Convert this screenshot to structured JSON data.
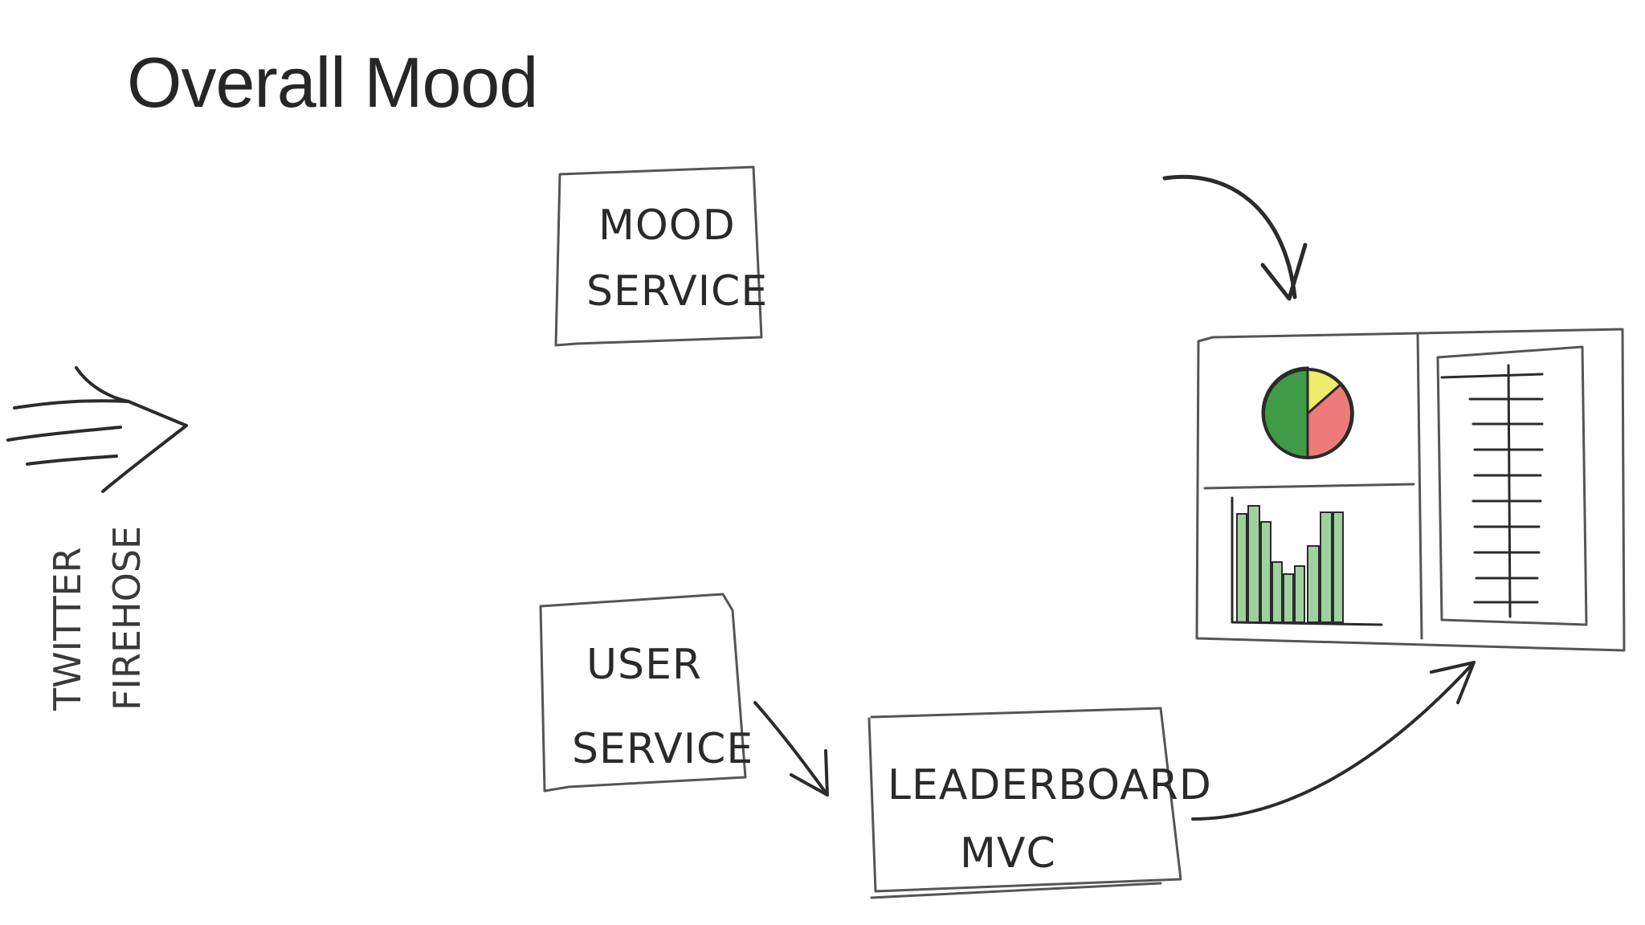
{
  "title": "Overall Mood",
  "nodes": {
    "twitter_firehose": {
      "line1": "TWITTER",
      "line2": "FIREHOSE"
    },
    "mood_service": {
      "line1": "MOOD",
      "line2": "SERVICE"
    },
    "user_service": {
      "line1": "USER",
      "line2": "SERVICE"
    },
    "leaderboard_mvc": {
      "line1": "LEADERBOARD",
      "line2": "MVC"
    }
  },
  "colors": {
    "ink": "#2b2b2b",
    "pie_green": "#3f9b45",
    "pie_yellow": "#ecec6a",
    "pie_red": "#ee7a7a",
    "bar_green": "#9fd19f"
  }
}
